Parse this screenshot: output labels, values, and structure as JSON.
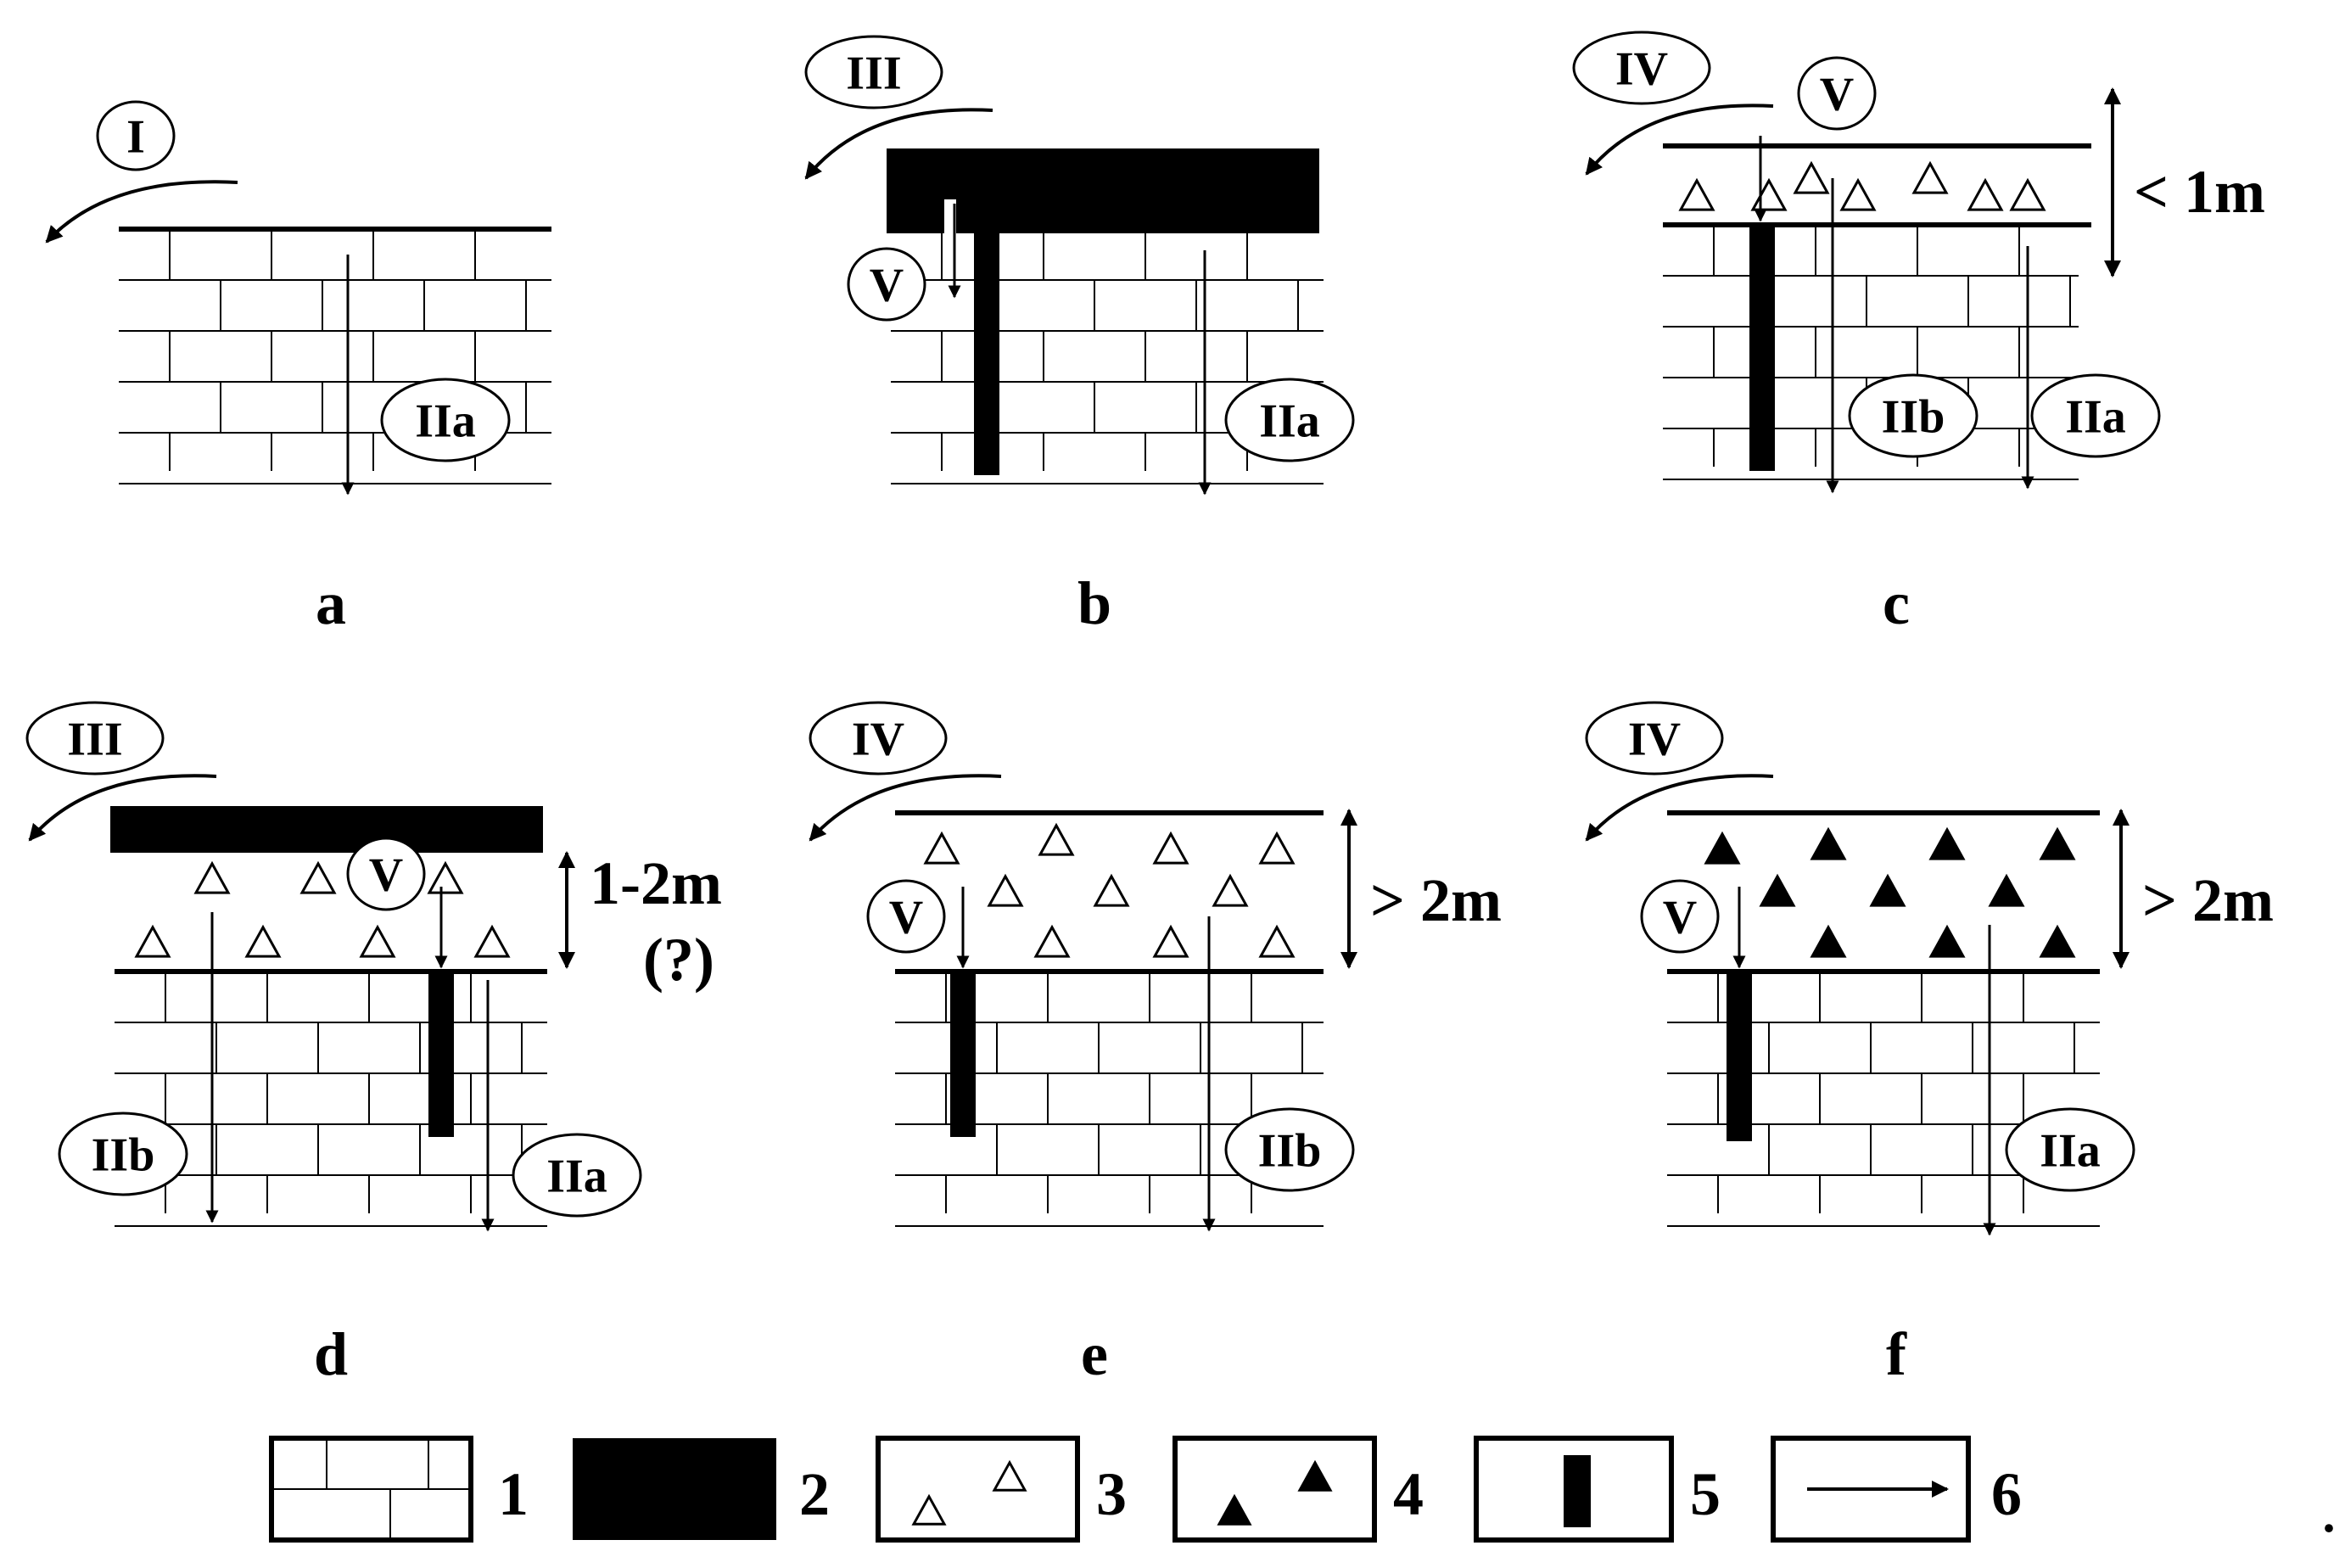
{
  "panels": [
    {
      "id": "a",
      "letter": "a",
      "top_labels": [
        "I"
      ],
      "bottom_labels": [
        "IIa"
      ]
    },
    {
      "id": "b",
      "letter": "b",
      "top_labels": [
        "III",
        "V"
      ],
      "bottom_labels": [
        "IIa"
      ]
    },
    {
      "id": "c",
      "letter": "c",
      "top_labels": [
        "IV",
        "V"
      ],
      "bottom_labels": [
        "IIb",
        "IIa"
      ],
      "thickness": "< 1m"
    },
    {
      "id": "d",
      "letter": "d",
      "top_labels": [
        "III",
        "V"
      ],
      "bottom_labels": [
        "IIb",
        "IIa"
      ],
      "thickness": "1-2m",
      "thickness_note": "(?)"
    },
    {
      "id": "e",
      "letter": "e",
      "top_labels": [
        "IV",
        "V"
      ],
      "bottom_labels": [
        "IIb"
      ],
      "thickness": "> 2m"
    },
    {
      "id": "f",
      "letter": "f",
      "top_labels": [
        "IV",
        "V"
      ],
      "bottom_labels": [
        "IIa"
      ],
      "thickness": "> 2m"
    }
  ],
  "legend": [
    "1",
    "2",
    "3",
    "4",
    "5",
    "6"
  ],
  "trailing_mark": "."
}
